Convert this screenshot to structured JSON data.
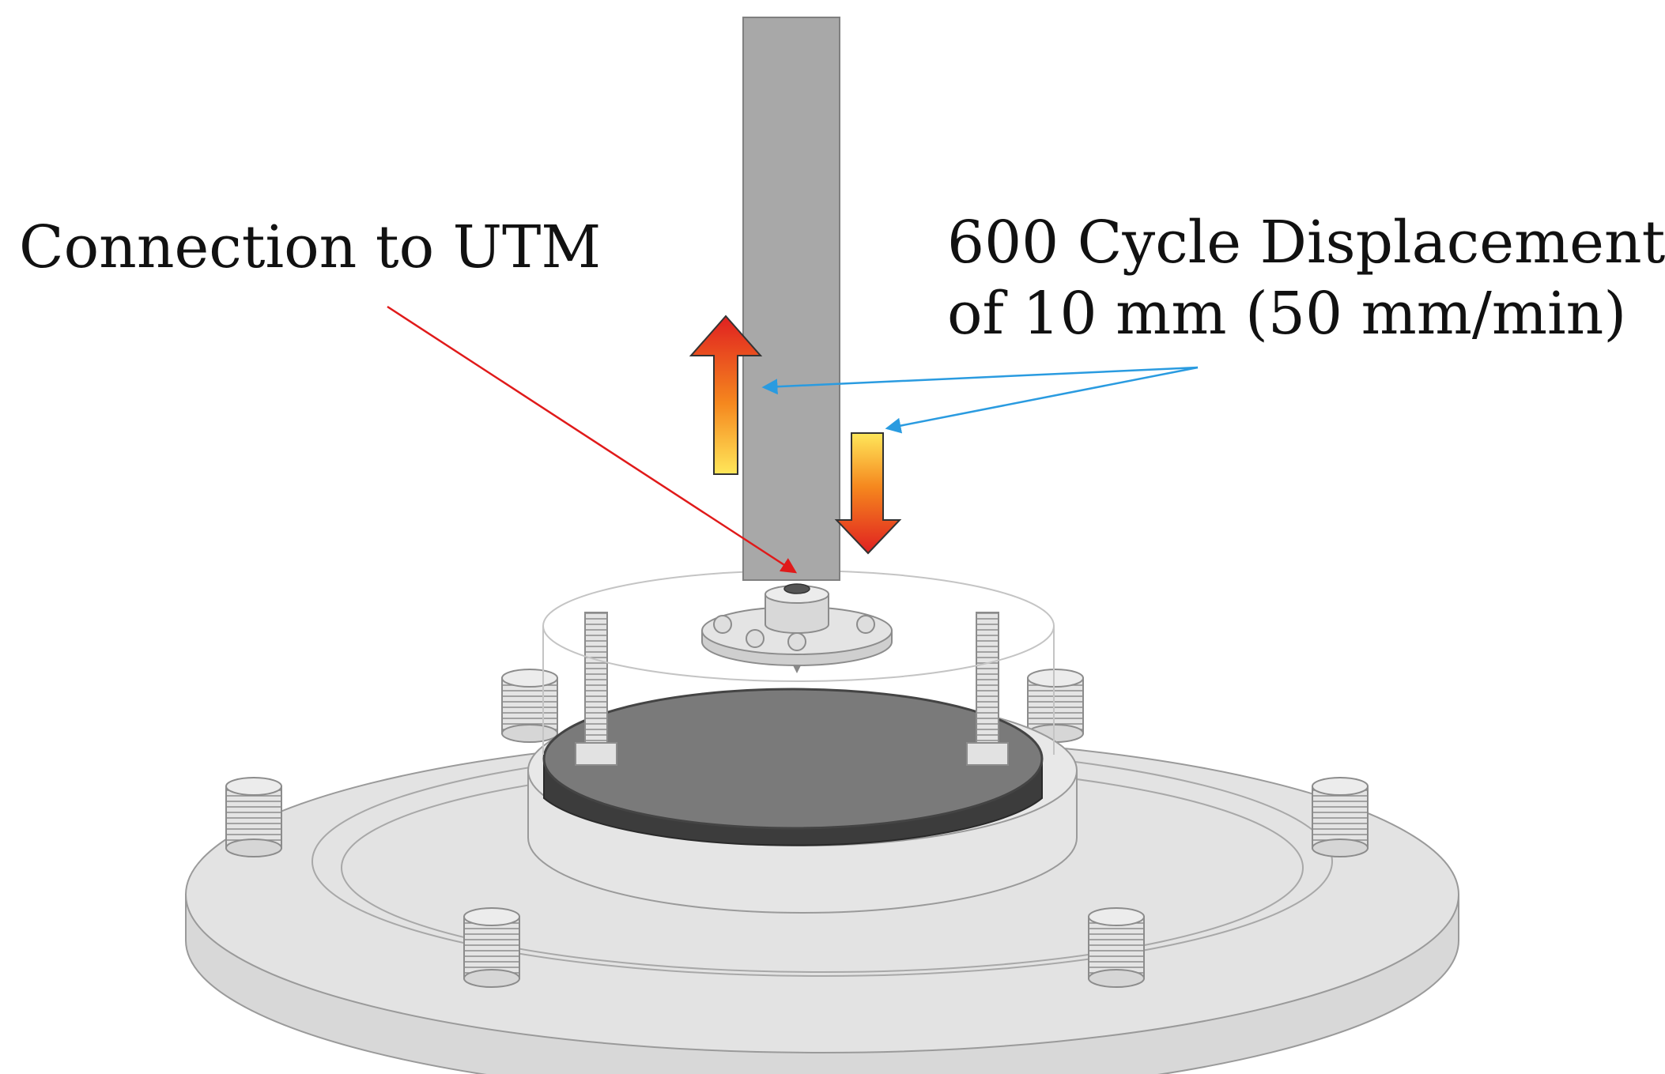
{
  "labels": {
    "connection": "Connection to UTM",
    "displacement_line1": "600 Cycle Displacement",
    "displacement_line2": "of 10 mm (50 mm/min)"
  },
  "colors": {
    "rod": "#a8a8a8",
    "base": "#e2e2e2",
    "base_edge": "#9a9a9a",
    "rubber_ring": "#3c3c3c",
    "sample": "#7a7a7a",
    "red_pointer": "#e01a1a",
    "blue_pointer": "#2a9be0",
    "arrow_top": "#e02020",
    "arrow_bottom": "#ffe75a"
  },
  "icons": [
    "up-arrow-icon",
    "down-arrow-icon"
  ]
}
